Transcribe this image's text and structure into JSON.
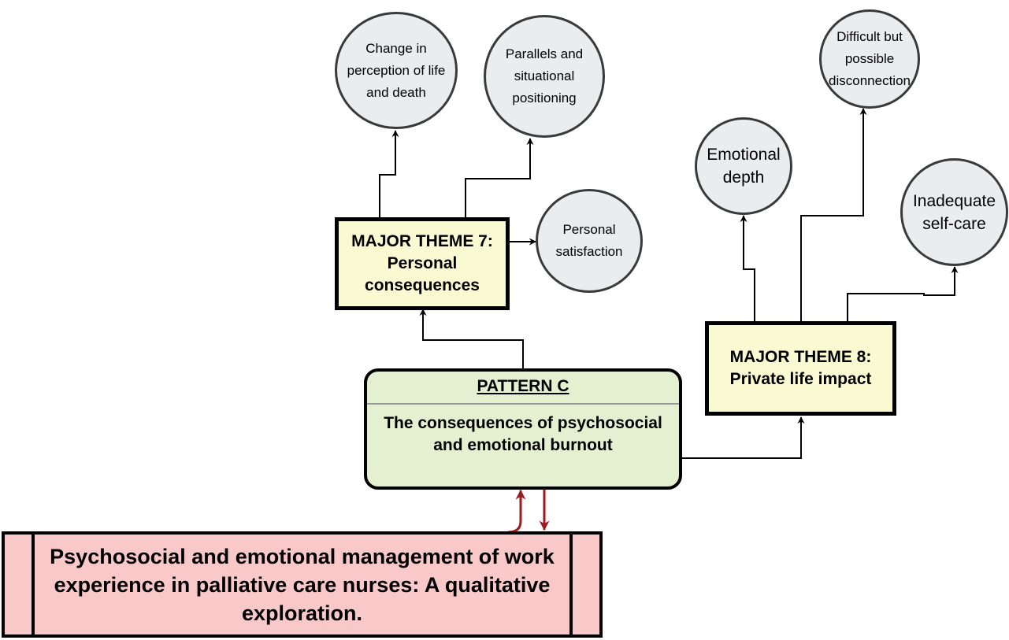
{
  "main_topic": "Psychosocial and emotional management of work experience in palliative care nurses: A qualitative exploration.",
  "pattern": {
    "title": "PATTERN C",
    "description": "The consequences of psychosocial and emotional burnout"
  },
  "themes": [
    {
      "label": "MAJOR THEME 7: Personal consequences"
    },
    {
      "label": "MAJOR THEME 8: Private life impact"
    }
  ],
  "subthemes": [
    {
      "label": "Change in perception of life and death"
    },
    {
      "label": "Parallels and situational positioning"
    },
    {
      "label": "Personal satisfaction"
    },
    {
      "label": "Emotional depth"
    },
    {
      "label": "Difficult but possible disconnection"
    },
    {
      "label": "Inadequate self-care"
    }
  ],
  "colors": {
    "main_fill": "#f9c8c8",
    "pattern_fill": "#e4f0d0",
    "theme_fill": "#fafad2",
    "subtheme_fill": "#eaeced",
    "bidirectional_arrow": "#9b1b1f"
  }
}
